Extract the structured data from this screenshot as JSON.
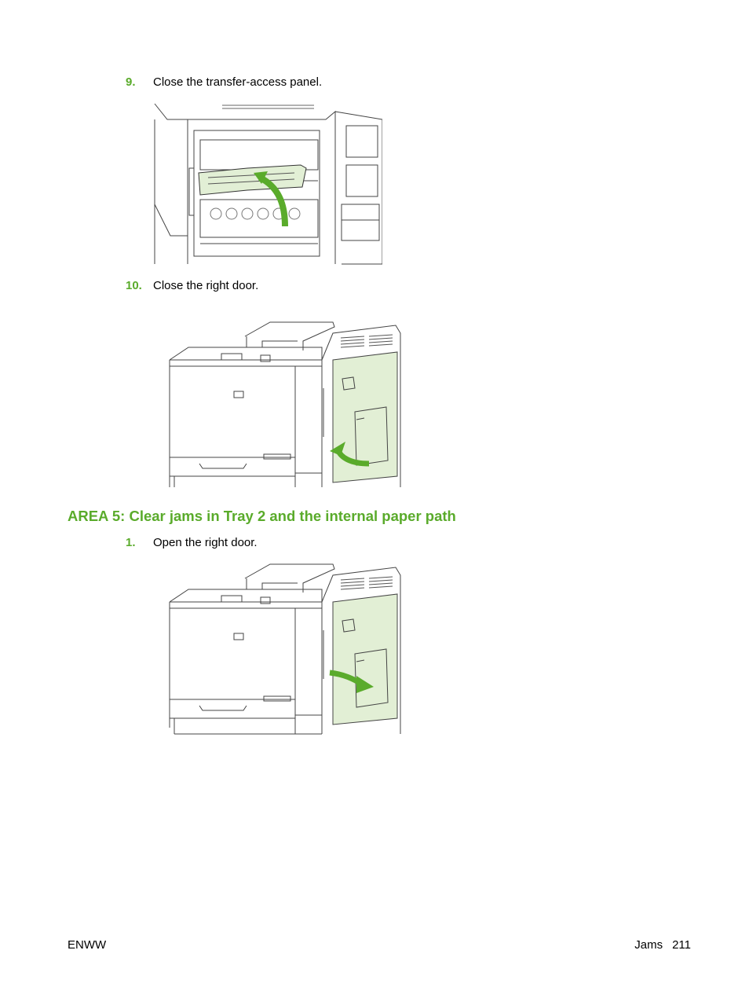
{
  "steps": {
    "s9": {
      "num": "9.",
      "text": "Close the transfer-access panel."
    },
    "s10": {
      "num": "10.",
      "text": "Close the right door."
    },
    "s1": {
      "num": "1.",
      "text": "Open the right door."
    }
  },
  "section_heading": "AREA 5: Clear jams in Tray 2 and the internal paper path",
  "footer": {
    "left": "ENWW",
    "section": "Jams",
    "page": "211"
  },
  "colors": {
    "accent": "#5aab2b",
    "highlight_fill": "#e2efd5",
    "arrow": "#5aab2b"
  }
}
